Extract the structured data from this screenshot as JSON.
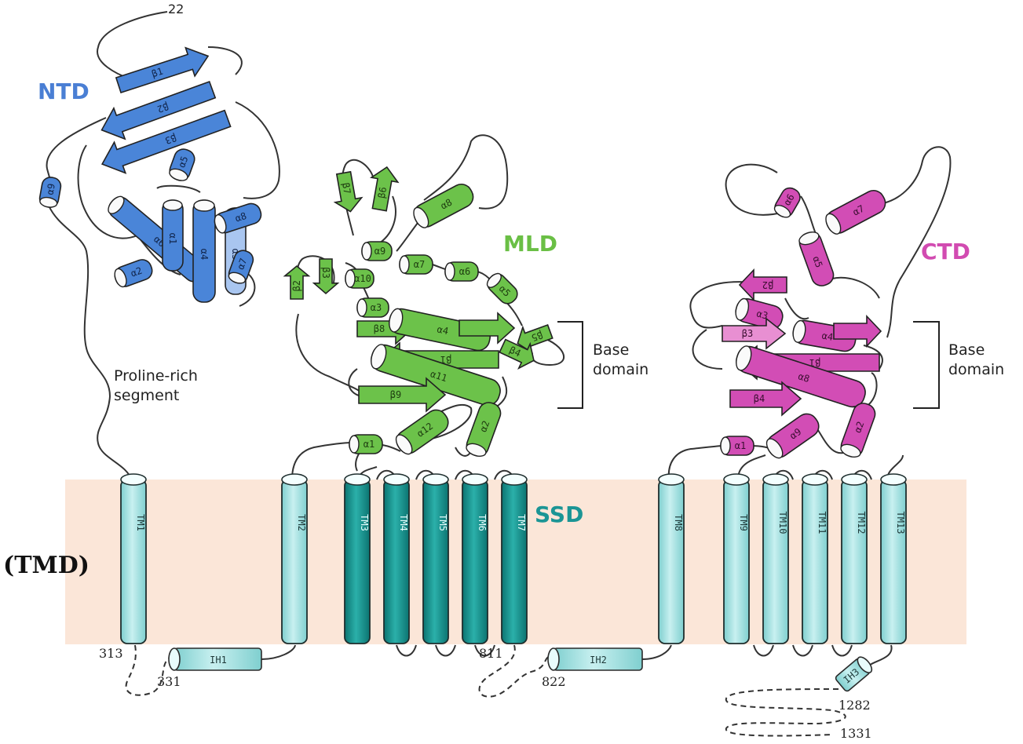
{
  "domains": {
    "ntd": {
      "label": "NTD",
      "color": "#4a7fd4"
    },
    "mld": {
      "label": "MLD",
      "color": "#6abf45"
    },
    "ctd": {
      "label": "CTD",
      "color": "#d24bb1"
    },
    "ssd": {
      "label": "SSD",
      "color": "#1b9595"
    },
    "tmd": {
      "label": "(TMD)"
    }
  },
  "annotations": {
    "proline_line1": "Proline-rich",
    "proline_line2": "segment",
    "base_mld_line1": "Base",
    "base_mld_line2": "domain",
    "base_ctd_line1": "Base",
    "base_ctd_line2": "domain"
  },
  "residues": {
    "n_start": "22",
    "r313": "313",
    "r331": "331",
    "r811": "811",
    "r822": "822",
    "r1282": "1282",
    "r1331": "1331"
  },
  "tm_helices": [
    {
      "label": "TM1",
      "style": "light"
    },
    {
      "label": "TM2",
      "style": "light"
    },
    {
      "label": "TM3",
      "style": "dark"
    },
    {
      "label": "TM4",
      "style": "dark"
    },
    {
      "label": "TM5",
      "style": "dark"
    },
    {
      "label": "TM6",
      "style": "dark"
    },
    {
      "label": "TM7",
      "style": "dark"
    },
    {
      "label": "TM8",
      "style": "light"
    },
    {
      "label": "TM9",
      "style": "light"
    },
    {
      "label": "TM10",
      "style": "light"
    },
    {
      "label": "TM11",
      "style": "light"
    },
    {
      "label": "TM12",
      "style": "light"
    },
    {
      "label": "TM13",
      "style": "light"
    }
  ],
  "intracellular_helices": {
    "ih1": "IH1",
    "ih2": "IH2",
    "ih3": "IH3"
  },
  "ntd_elements": {
    "b1": "β1",
    "b2": "β2",
    "b3": "β3",
    "a1": "α1",
    "a2": "α2",
    "a3": "α3",
    "a4": "α4",
    "a5": "α5",
    "a6": "α6",
    "a7": "α7",
    "a8": "α8",
    "a9": "α9"
  },
  "mld_elements": {
    "b1": "β1",
    "b2": "β2",
    "b3": "β3",
    "b4": "β4",
    "b5": "β5",
    "b6": "β6",
    "b7": "β7",
    "b8": "β8",
    "b9": "β9",
    "a1": "α1",
    "a2": "α2",
    "a3": "α3",
    "a4": "α4",
    "a5": "α5",
    "a6": "α6",
    "a7": "α7",
    "a8": "α8",
    "a9": "α9",
    "a10": "α10",
    "a11": "α11",
    "a12": "α12"
  },
  "ctd_elements": {
    "b1": "β1",
    "b2": "β2",
    "b3": "β3",
    "b4": "β4",
    "a1": "α1",
    "a2": "α2",
    "a3": "α3",
    "a4": "α4",
    "a5": "α5",
    "a6": "α6",
    "a7": "α7",
    "a8": "α8",
    "a9": "α9"
  },
  "colors": {
    "membrane": "#fbe6d8",
    "tm_light": "#9fdede",
    "tm_dark": "#14918d",
    "ntd_fill": "#4a85d8",
    "mld_fill": "#6cc24a",
    "ctd_fill": "#d24db5"
  }
}
